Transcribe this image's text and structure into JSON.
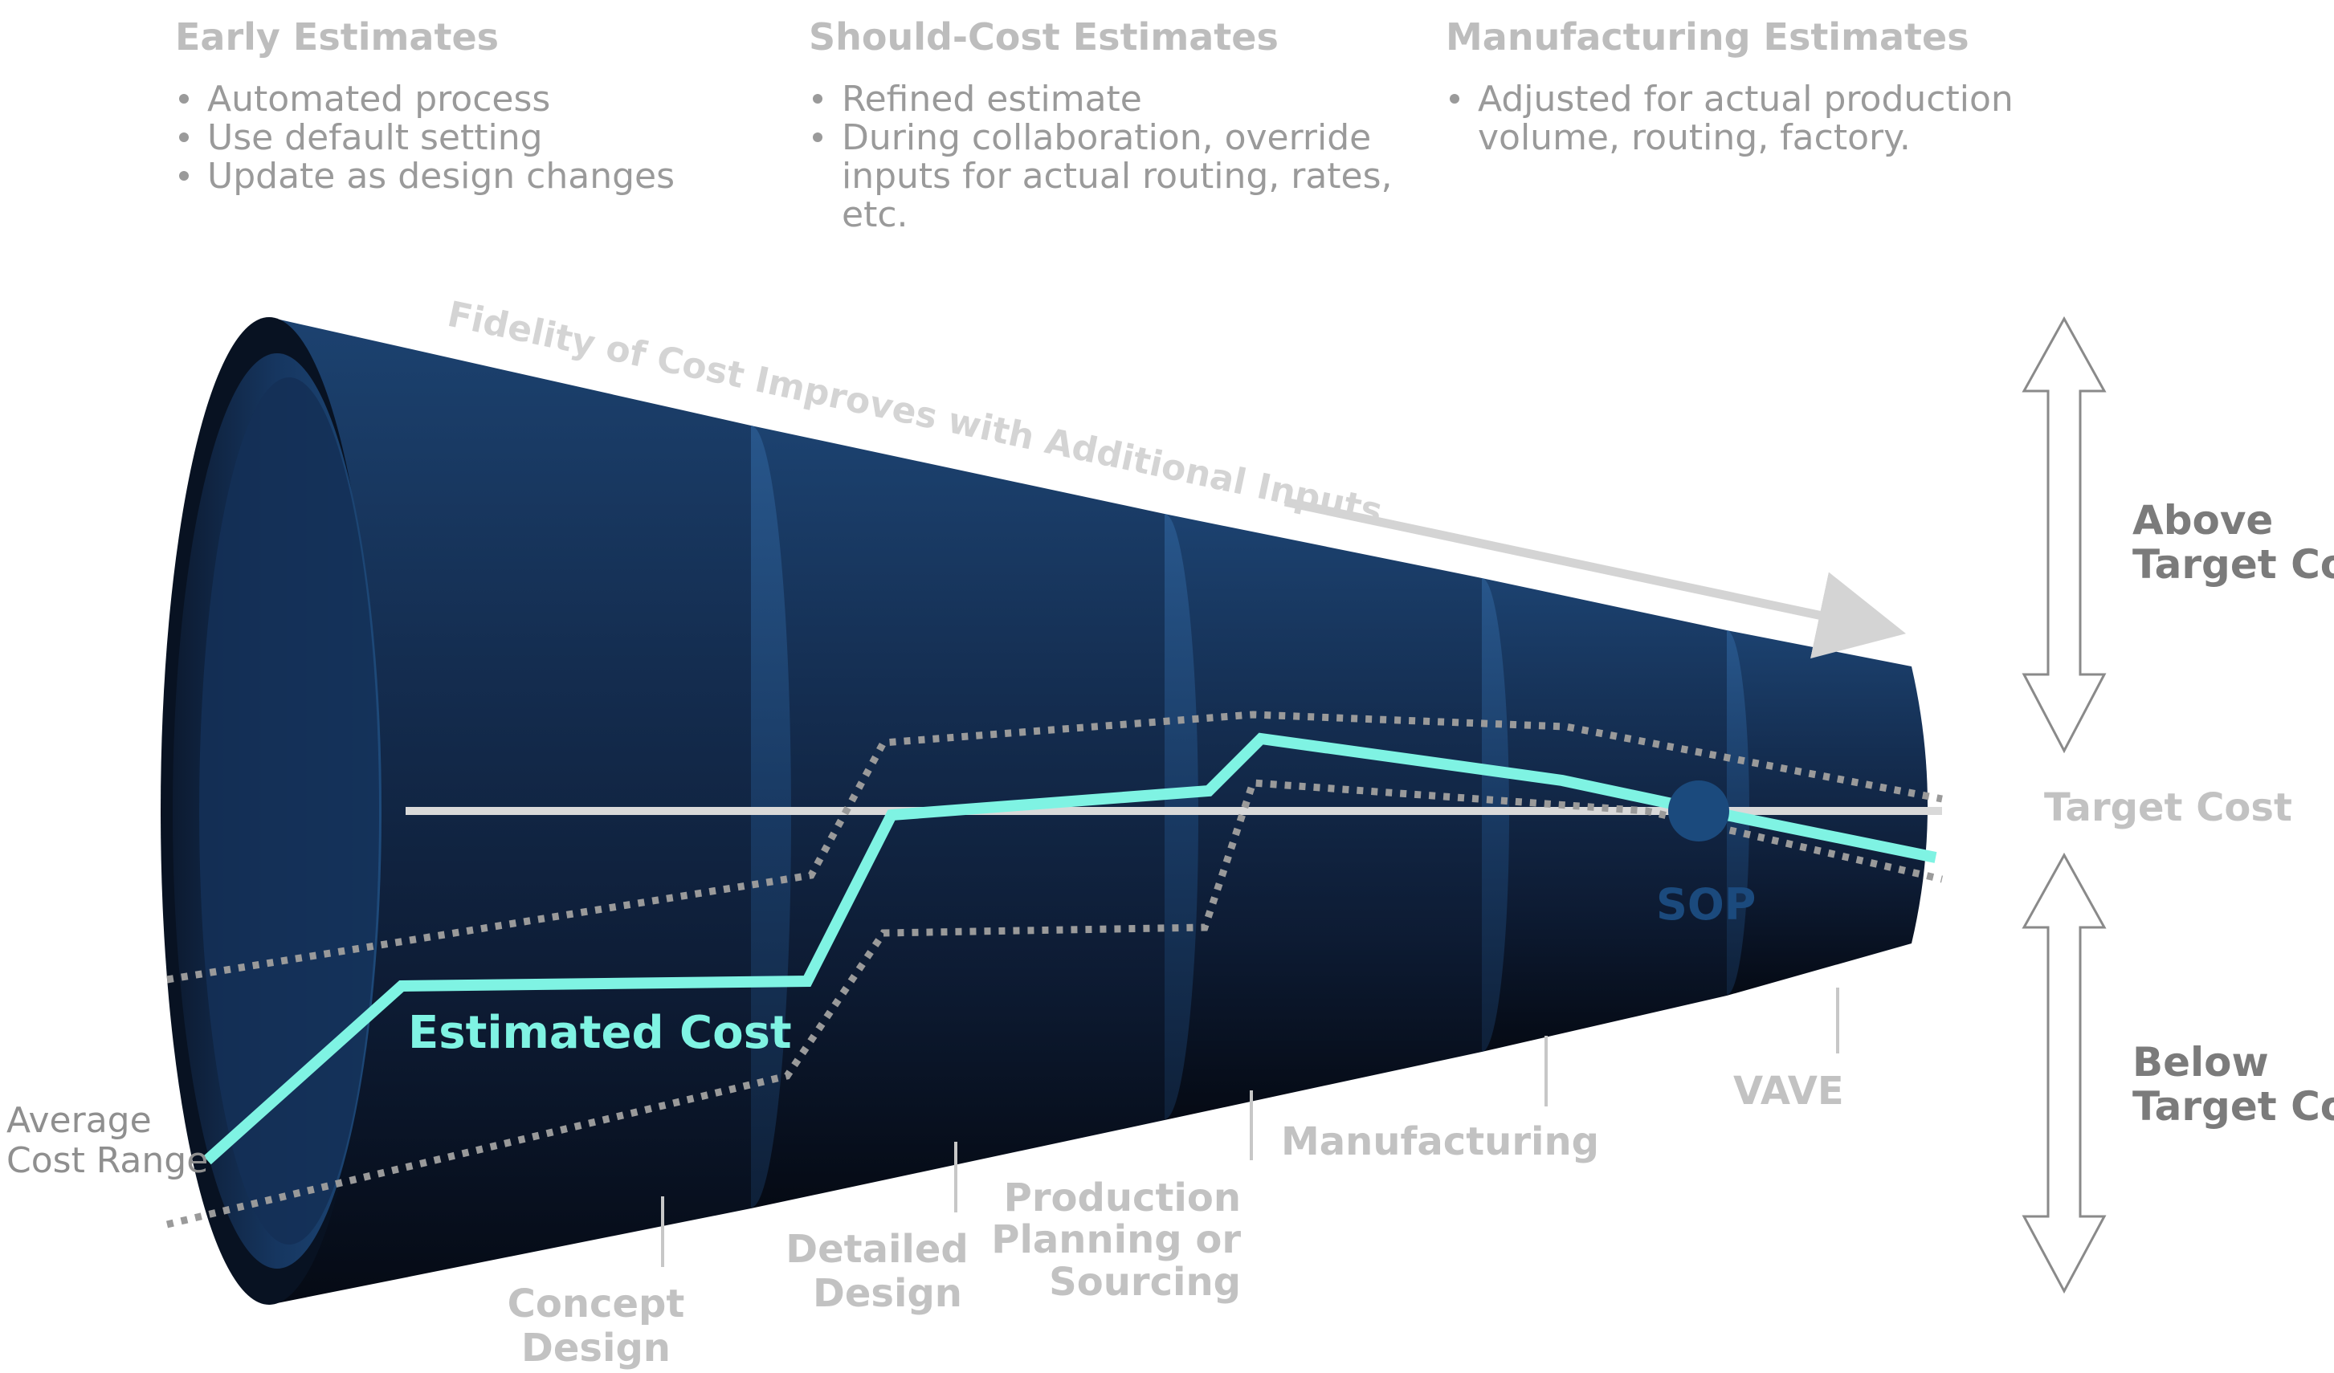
{
  "columns": [
    {
      "heading": "Early Estimates",
      "bullets": [
        "Automated process",
        "Use default setting",
        "Update as design changes"
      ]
    },
    {
      "heading": "Should-Cost Estimates",
      "bullets": [
        "Refined estimate",
        "During collaboration, override",
        "inputs for actual routing, rates,",
        "etc."
      ]
    },
    {
      "heading": "Manufacturing Estimates",
      "bullets": [
        "Adjusted for actual production",
        "volume, routing, factory."
      ]
    }
  ],
  "fidelity_label": "Fidelity of Cost Improves with Additional Inputs",
  "estimated_cost_label": "Estimated Cost",
  "sop_label": "SOP",
  "average_cost_range": [
    "Average",
    "Cost Range"
  ],
  "target_cost_label": "Target Cost",
  "above_target": [
    "Above",
    "Target Cost"
  ],
  "below_target": [
    "Below",
    "Target Cost"
  ],
  "stages": {
    "concept": [
      "Concept",
      "Design"
    ],
    "detailed": [
      "Detailed",
      "Design"
    ],
    "production": [
      "Production",
      "Planning or",
      "Sourcing"
    ],
    "manufacturing": [
      "Manufacturing"
    ],
    "vave": [
      "VAVE"
    ]
  },
  "colors": {
    "funnel_dark": "#0b1526",
    "funnel_mid": "#12294a",
    "funnel_light": "#1e4a7a",
    "estimated_line": "#7ff3e3",
    "target_line": "#d9d9d9",
    "range_dots": "#9a9a9a",
    "sop_dot": "#1b4a7d"
  }
}
